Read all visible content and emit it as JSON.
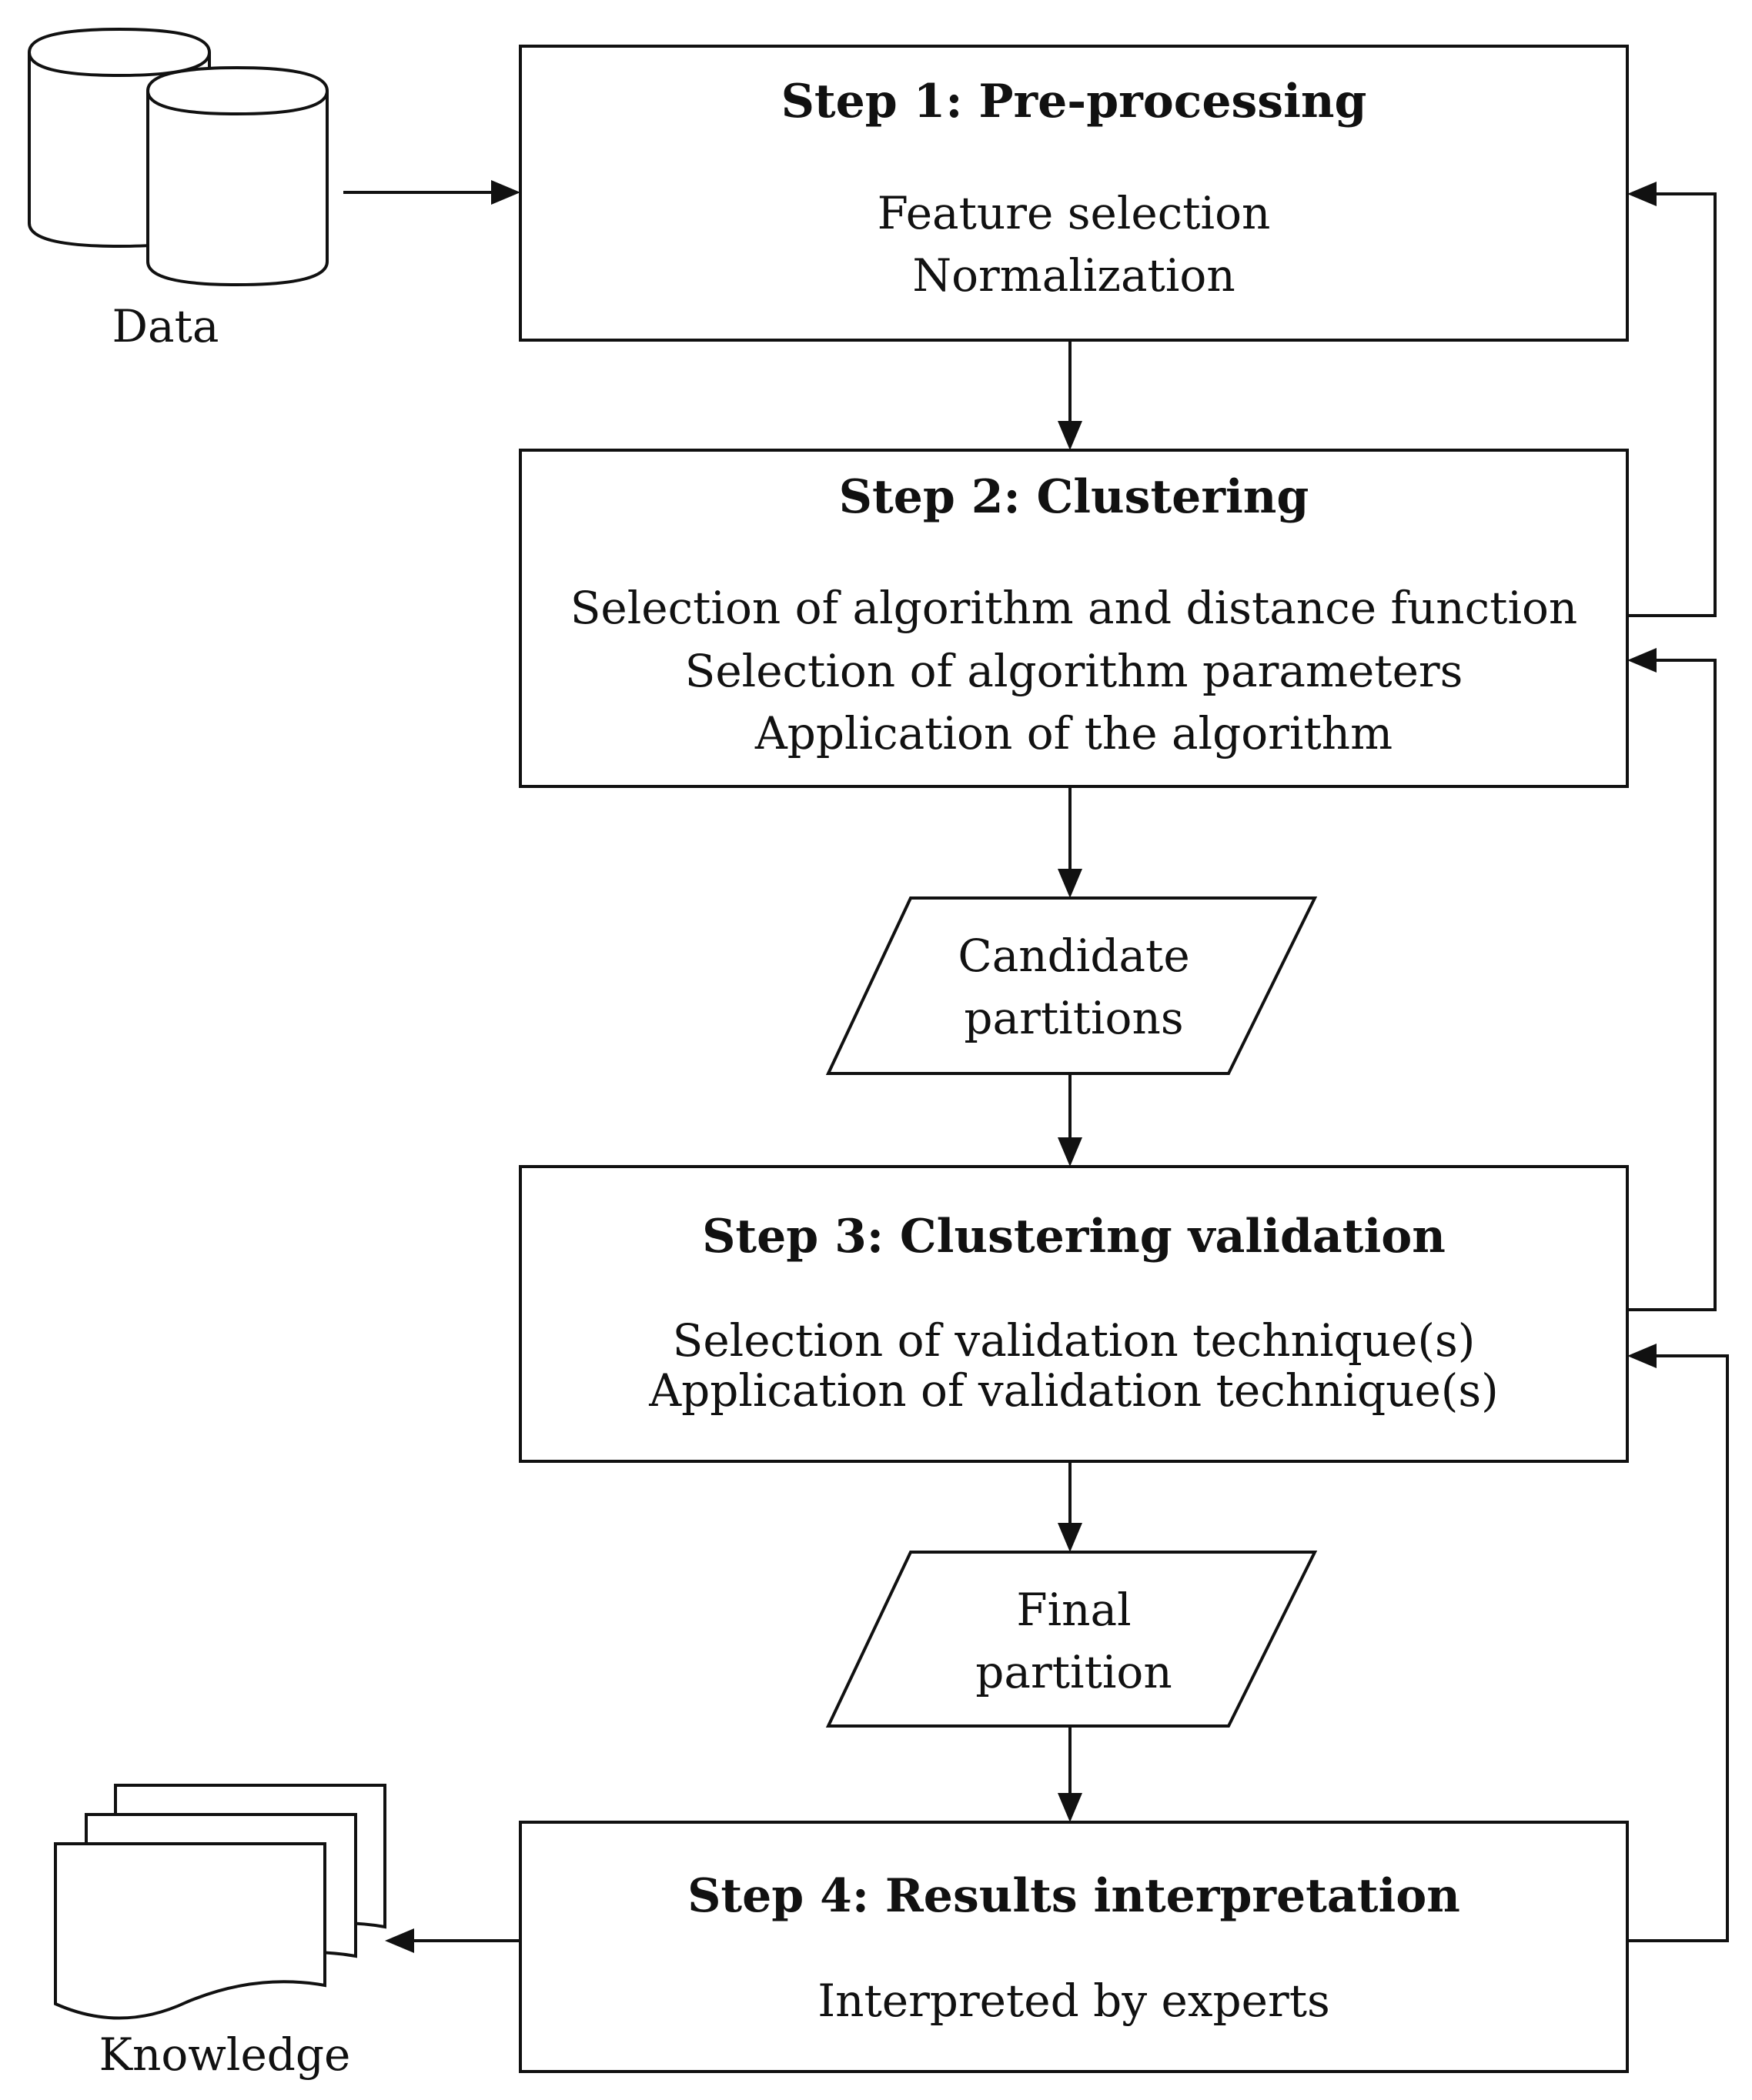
{
  "inputs": {
    "data_label": "Data",
    "knowledge_label": "Knowledge"
  },
  "steps": [
    {
      "title": "Step 1: Pre-processing",
      "lines": [
        "Feature selection",
        "Normalization"
      ]
    },
    {
      "title": "Step 2: Clustering",
      "lines": [
        "Selection of algorithm and distance function",
        "Selection of algorithm parameters",
        "Application of the algorithm"
      ]
    },
    {
      "title": "Step 3: Clustering validation",
      "lines": [
        "Selection of validation technique(s)",
        "Application of validation technique(s)"
      ]
    },
    {
      "title": "Step 4: Results interpretation",
      "lines": [
        "Interpreted by experts"
      ]
    }
  ],
  "outputs": [
    {
      "lines": [
        "Candidate",
        "partitions"
      ]
    },
    {
      "lines": [
        "Final",
        "partition"
      ]
    }
  ]
}
